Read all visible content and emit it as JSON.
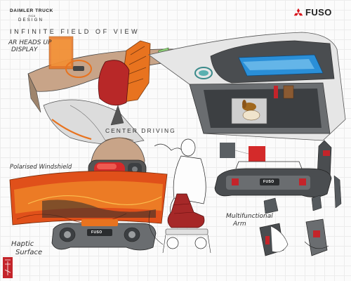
{
  "brand": {
    "line1": "DAIMLER TRUCK",
    "line2": "Asia",
    "line3": "DESIGN",
    "logo_text": "FUSO",
    "logo_color": "#d8141c"
  },
  "headline": "INFINITE FIELD OF VIEW",
  "labels": {
    "ar_line1": "AR HEADS UP",
    "ar_line2": "DISPLAY",
    "center_driving": "CENTER DRIVING",
    "polarised": "Polarised Windshield",
    "haptic_line1": "Haptic",
    "haptic_line2": "Surface",
    "multi_line1": "Multifunctional",
    "multi_line2": "Arm",
    "steering_badge": "FUSO",
    "arm_badge": "FUSO"
  },
  "colors": {
    "accent_orange": "#e8731f",
    "accent_red": "#c4242a",
    "dark_grey": "#555a5e",
    "screen_blue": "#2a8fd8",
    "swatch_grey": "#5a5f63",
    "swatch_red": "#d42a2a"
  }
}
